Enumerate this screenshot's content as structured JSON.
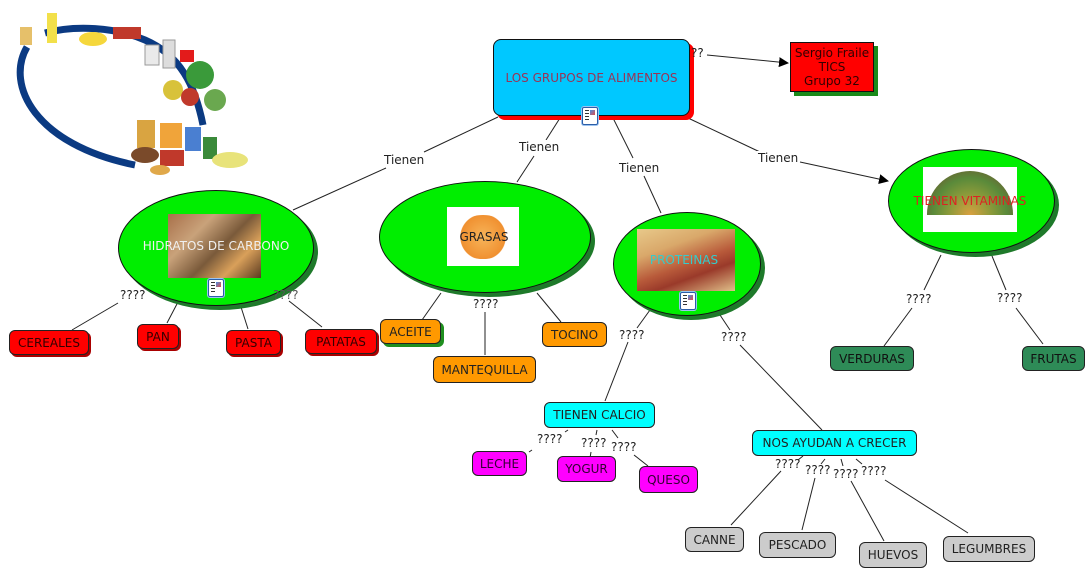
{
  "title": "LOS GRUPOS DE ALIMENTOS",
  "author_box": {
    "line1": "Sergio Fraile",
    "line2": "TICS",
    "line3": "Grupo 32"
  },
  "author_link_label": "??",
  "link_label": "Tienen",
  "unknown_label": "????",
  "groups": {
    "hidratos": {
      "label": "HIDRATOS DE CARBONO",
      "items": [
        "CEREALES",
        "PAN",
        "PASTA",
        "PATATAS"
      ]
    },
    "grasas": {
      "label": "GRASAS",
      "items": [
        "ACEITE",
        "MANTEQUILLA",
        "TOCINO"
      ]
    },
    "proteinas": {
      "label": "PROTEINAS",
      "subgroups": {
        "calcio": {
          "label": "TIENEN CALCIO",
          "items": [
            "LECHE",
            "YOGUR",
            "QUESO"
          ]
        },
        "crecer": {
          "label": "NOS AYUDAN A CRECER",
          "items": [
            "CANNE",
            "PESCADO",
            "HUEVOS",
            "LEGUMBRES"
          ]
        }
      }
    },
    "vitaminas": {
      "label": "TIENEN VITAMINAS",
      "items": [
        "VERDURAS",
        "FRUTAS"
      ]
    }
  },
  "colors": {
    "root_fill": "#00c8ff",
    "root_shadow": "#ff0000",
    "ellipse_fill": "#00ee00",
    "carbs_items": "#ff0000",
    "fats_items": "#ff9900",
    "vitamin_items": "#2e8b57",
    "protein_sub": "#00ffff",
    "calcium_items": "#ff00ff",
    "growth_items": "#cccccc"
  }
}
